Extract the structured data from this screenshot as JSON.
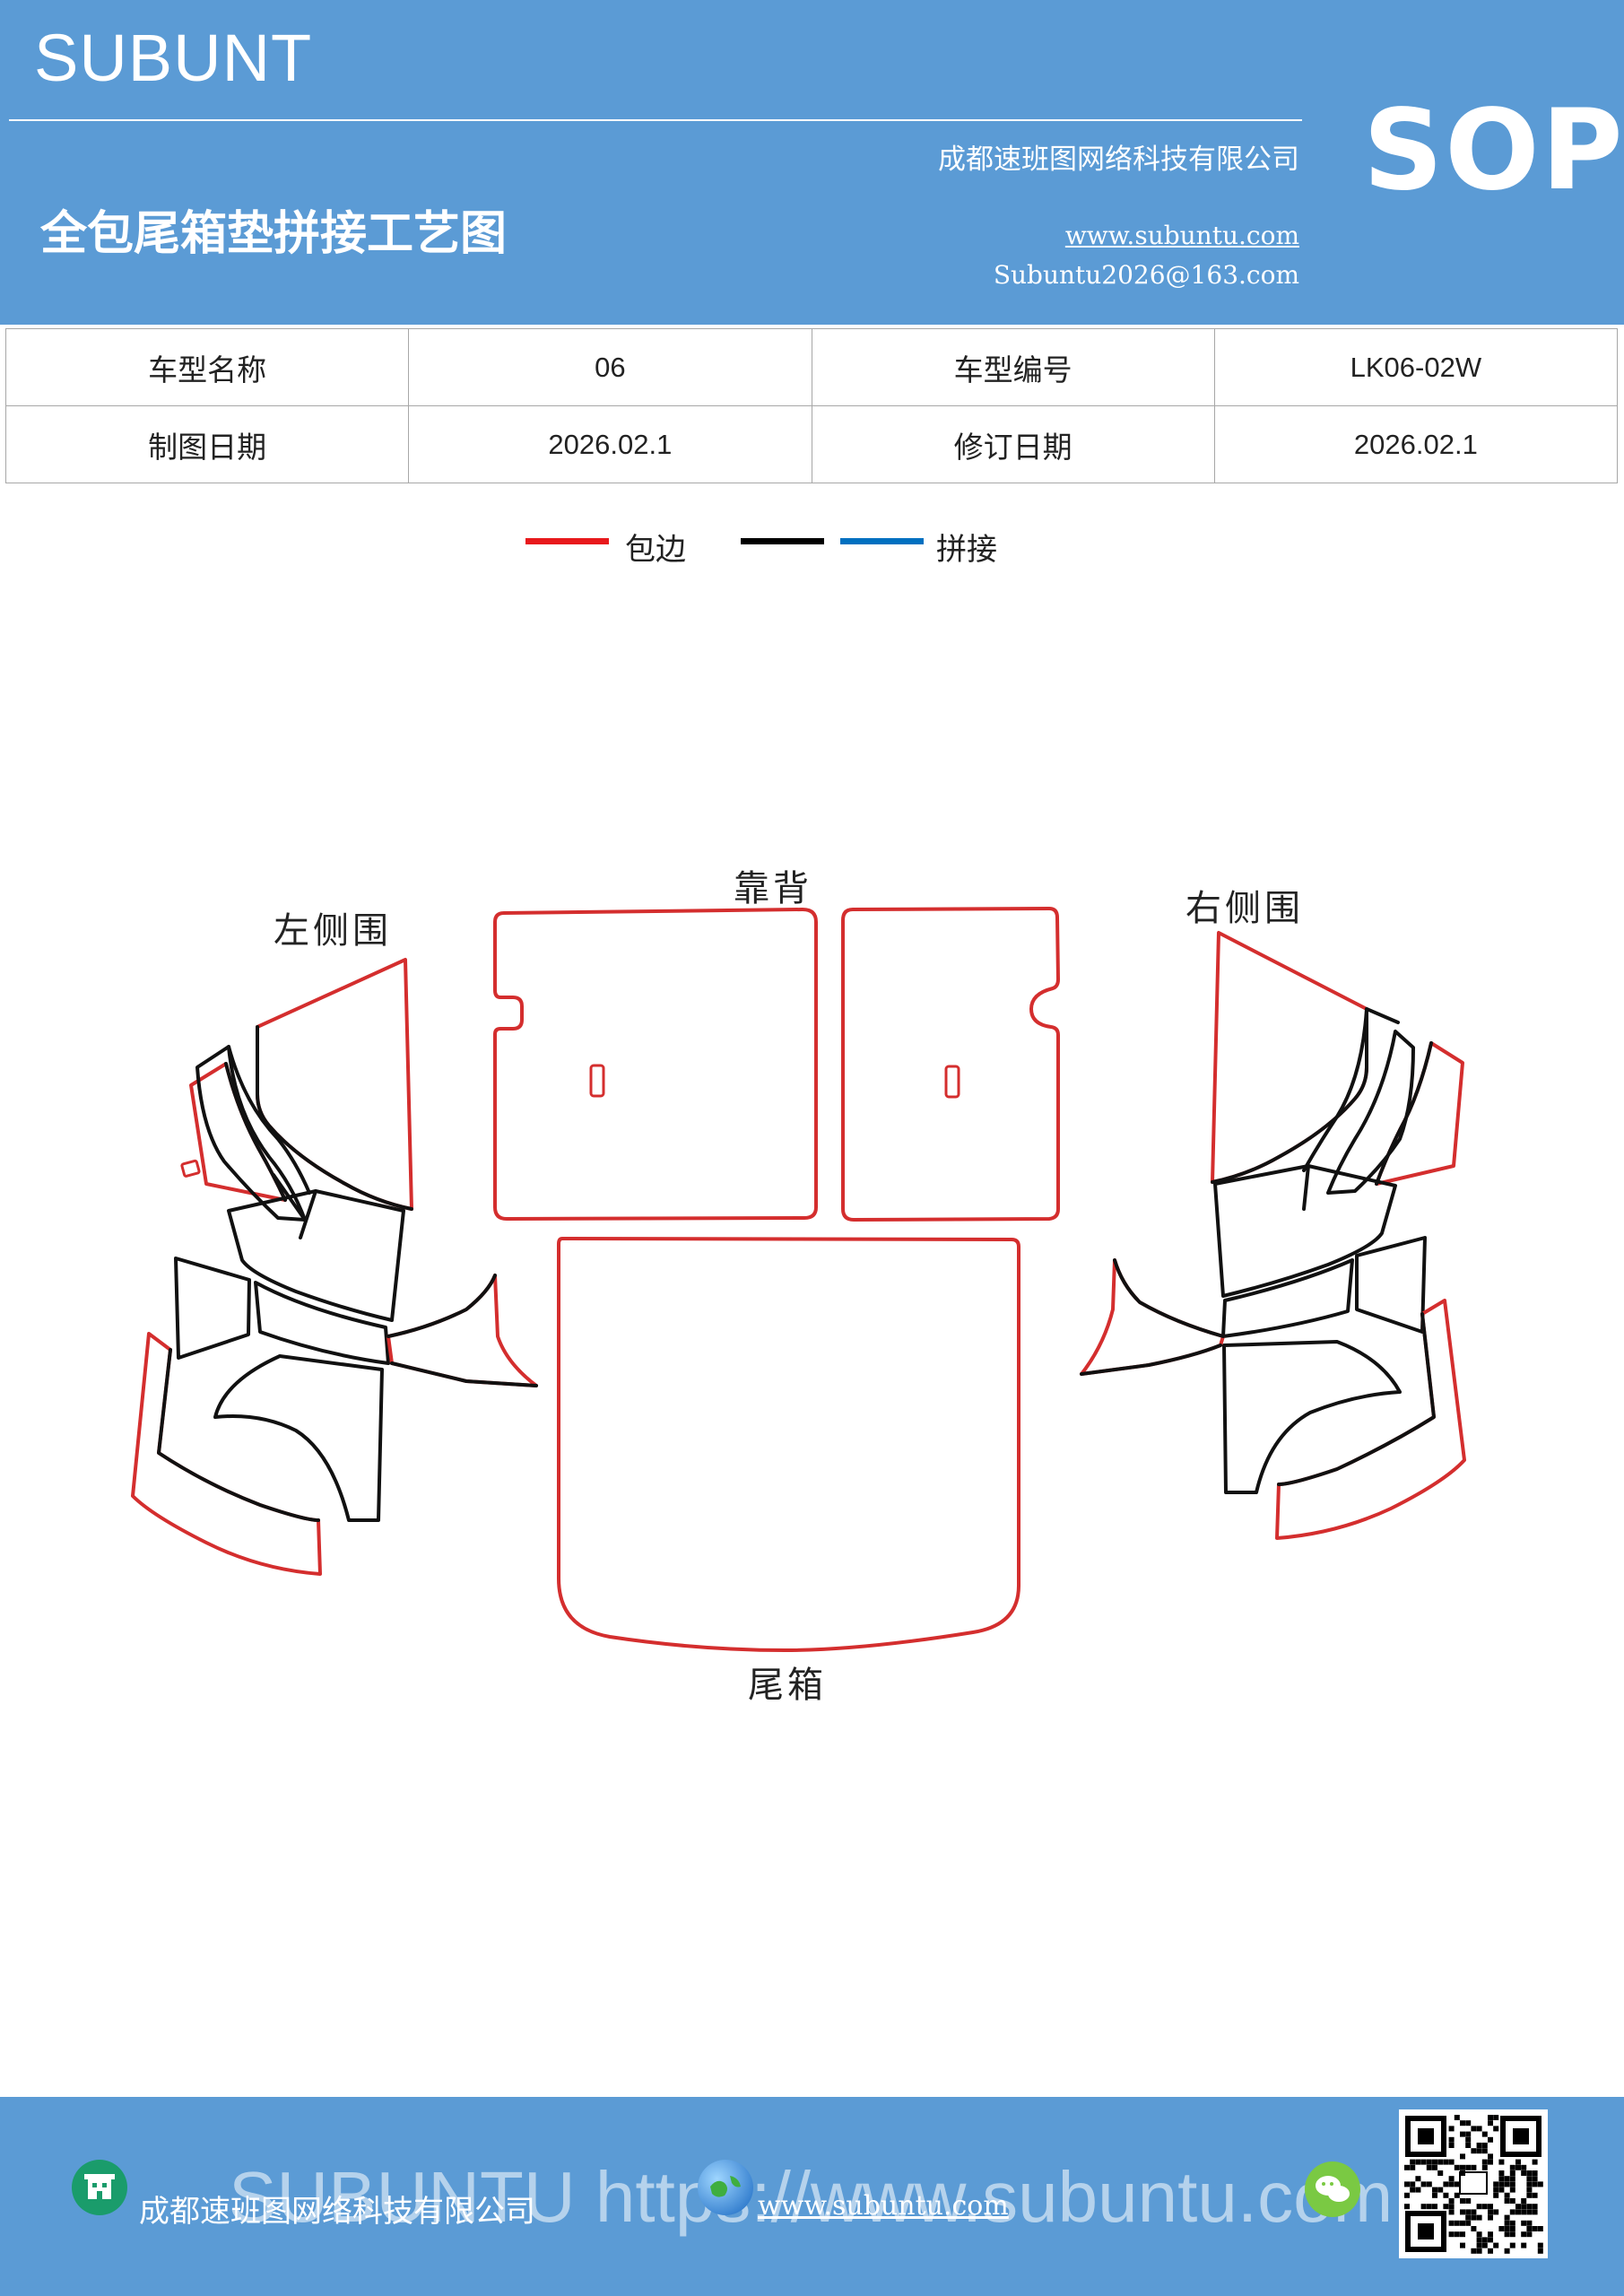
{
  "header": {
    "brand": "SUBUNT",
    "badge": "SOP",
    "company": "成都速班图网络科技有限公司",
    "title": "全包尾箱垫拼接工艺图",
    "website": "www.subuntu.com",
    "email": "Subuntu2026@163.com"
  },
  "info_table": {
    "rows": [
      [
        "车型名称",
        "06",
        "车型编号",
        "LK06-02W"
      ],
      [
        "制图日期",
        "2026.02.1",
        "修订日期",
        "2026.02.1"
      ]
    ]
  },
  "legend": {
    "items": [
      {
        "label": "包边",
        "colors": [
          "#e8191c"
        ]
      },
      {
        "label": "拼接",
        "colors": [
          "#000000",
          "#0070c0"
        ]
      }
    ]
  },
  "diagram": {
    "labels": {
      "left_side": "左侧围",
      "backrest": "靠背",
      "right_side": "右侧围",
      "trunk": "尾箱"
    },
    "colors": {
      "edge": "#d42e2e",
      "seam": "#111111"
    }
  },
  "footer": {
    "watermark": "SUBUNTU https://www.subuntu.com",
    "company": "成都速班图网络科技有限公司",
    "website": "www.subuntu.com",
    "icons": [
      "building-icon",
      "globe-icon",
      "wechat-icon",
      "qr-code"
    ]
  },
  "colors": {
    "header_bg": "#5b9bd5",
    "footer_bg": "#5b9bd5",
    "edge_red": "#e8191c",
    "seam_black": "#000000",
    "seam_blue": "#0070c0"
  }
}
